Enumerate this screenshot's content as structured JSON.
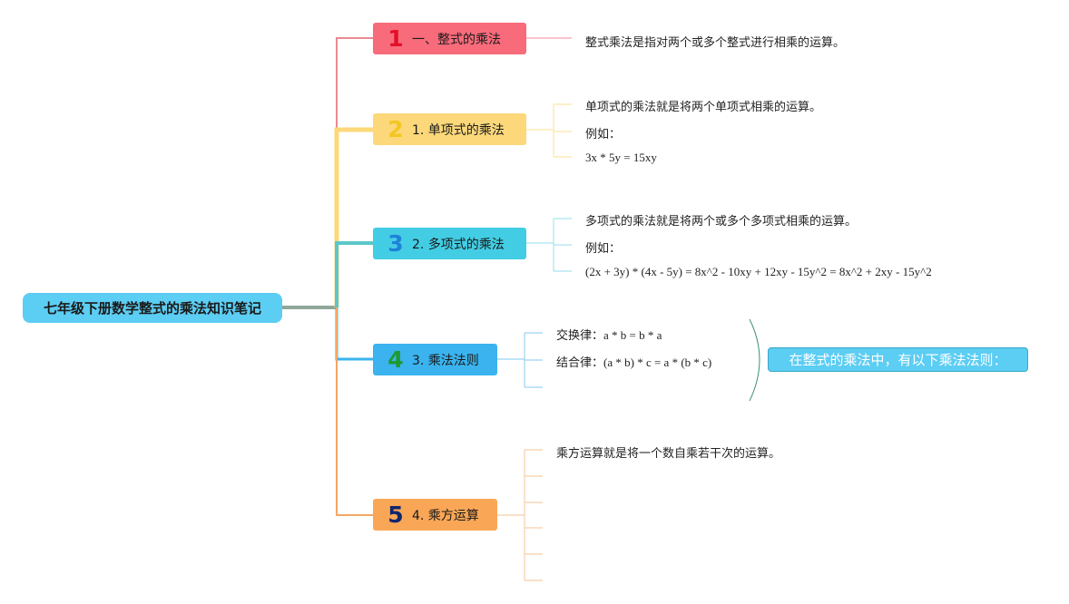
{
  "root": {
    "label": "七年级下册数学整式的乘法知识笔记"
  },
  "branches": [
    {
      "num": "1",
      "label": "一、整式的乘法",
      "color": "#f86b7b",
      "num_color": "#e2102a"
    },
    {
      "num": "2",
      "label": "1. 单项式的乘法",
      "color": "#fcd87a",
      "num_color": "#f4c623"
    },
    {
      "num": "3",
      "label": "2. 多项式的乘法",
      "color": "#42cde4",
      "num_color": "#1e82d9"
    },
    {
      "num": "4",
      "label": "3. 乘法法则",
      "color": "#3ab3ef",
      "num_color": "#1f9a2f"
    },
    {
      "num": "5",
      "label": "4. 乘方运算",
      "color": "#f9a656",
      "num_color": "#10266e"
    }
  ],
  "leaves": {
    "b1": [
      "整式乘法是指对两个或多个整式进行相乘的运算。"
    ],
    "b2": [
      "单项式的乘法就是将两个单项式相乘的运算。",
      "例如：",
      "3x * 5y = 15xy"
    ],
    "b3": [
      "多项式的乘法就是将两个或多个多项式相乘的运算。",
      "例如：",
      "(2x + 3y) * (4x - 5y) = 8x^2 - 10xy + 12xy - 15y^2 = 8x^2 + 2xy - 15y^2"
    ],
    "b4": [
      {
        "name": "交换律：",
        "formula": "a * b = b * a"
      },
      {
        "name": "结合律：",
        "formula": "(a * b) * c = a * (b * c)"
      }
    ],
    "b4_summary": "在整式的乘法中，有以下乘法法则：",
    "b5": [
      "乘方运算就是将一个数自乘若干次的运算。"
    ]
  }
}
